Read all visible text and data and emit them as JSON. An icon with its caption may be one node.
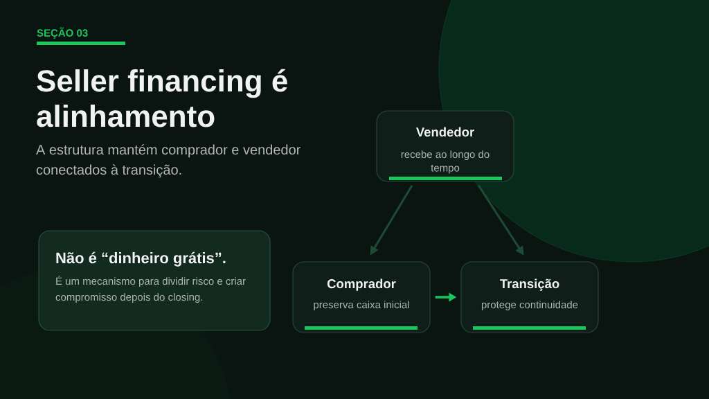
{
  "diagram": {
    "title": "Seller financing é alinhamento",
    "nodes": [
      {
        "text": [
          "Não é “dinheiro grátis”.",
          "É um mecanismo para dividir risco e criar compromisso depois do closing."
        ]
      },
      {
        "text": [
          "Vendedor",
          "recebe ao longo do tempo"
        ]
      },
      {
        "text": [
          "Comprador",
          "preserva caixa inicial"
        ]
      },
      {
        "text": [
          "Transição",
          "protege continuidade"
        ]
      }
    ],
    "edges": [
      {
        "from": 1,
        "to": 2,
        "arrow": "to"
      },
      {
        "from": 1,
        "to": 3,
        "arrow": "to"
      },
      {
        "from": 2,
        "to": 3,
        "arrow": "to",
        "color": "#16c95c"
      }
    ],
    "labels": [
      "SEÇÃO 03",
      "A estrutura mantém comprador e vendedor conectados à transição."
    ]
  }
}
